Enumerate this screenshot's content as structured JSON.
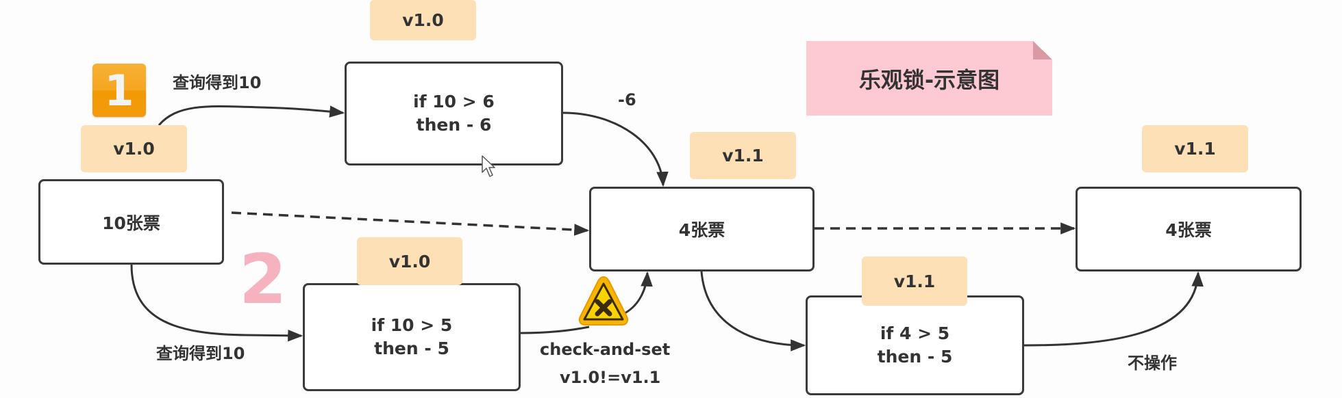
{
  "title_note": "乐观锁-示意图",
  "steps": {
    "step1": "1",
    "step2": "2"
  },
  "nodes": {
    "start": {
      "text": "10张票",
      "version": "v1.0"
    },
    "op1": {
      "line1": "if 10 > 6",
      "line2": "then - 6",
      "version": "v1.0"
    },
    "op2": {
      "line1": "if 10 > 5",
      "line2": "then - 5",
      "version": "v1.0"
    },
    "mid": {
      "text": "4张票",
      "version": "v1.1"
    },
    "op3": {
      "line1": "if 4 > 5",
      "line2": "then - 5",
      "version": "v1.1"
    },
    "end": {
      "text": "4张票",
      "version": "v1.1"
    }
  },
  "edge_labels": {
    "query1": "查询得到10",
    "query2": "查询得到10",
    "minus6": "-6",
    "cas_line1": "check-and-set",
    "cas_line2": "v1.0!=v1.1",
    "no_op": "不操作"
  },
  "icons": {
    "warning": "warning-x-icon",
    "cursor": "mouse-cursor-icon"
  },
  "colors": {
    "version_badge": "#fde0b6",
    "note": "#fdc9d3",
    "step1": "#f39b0b",
    "step2": "#f7b2c0",
    "warning": "#f5c400",
    "stroke": "#3a3a3a"
  }
}
